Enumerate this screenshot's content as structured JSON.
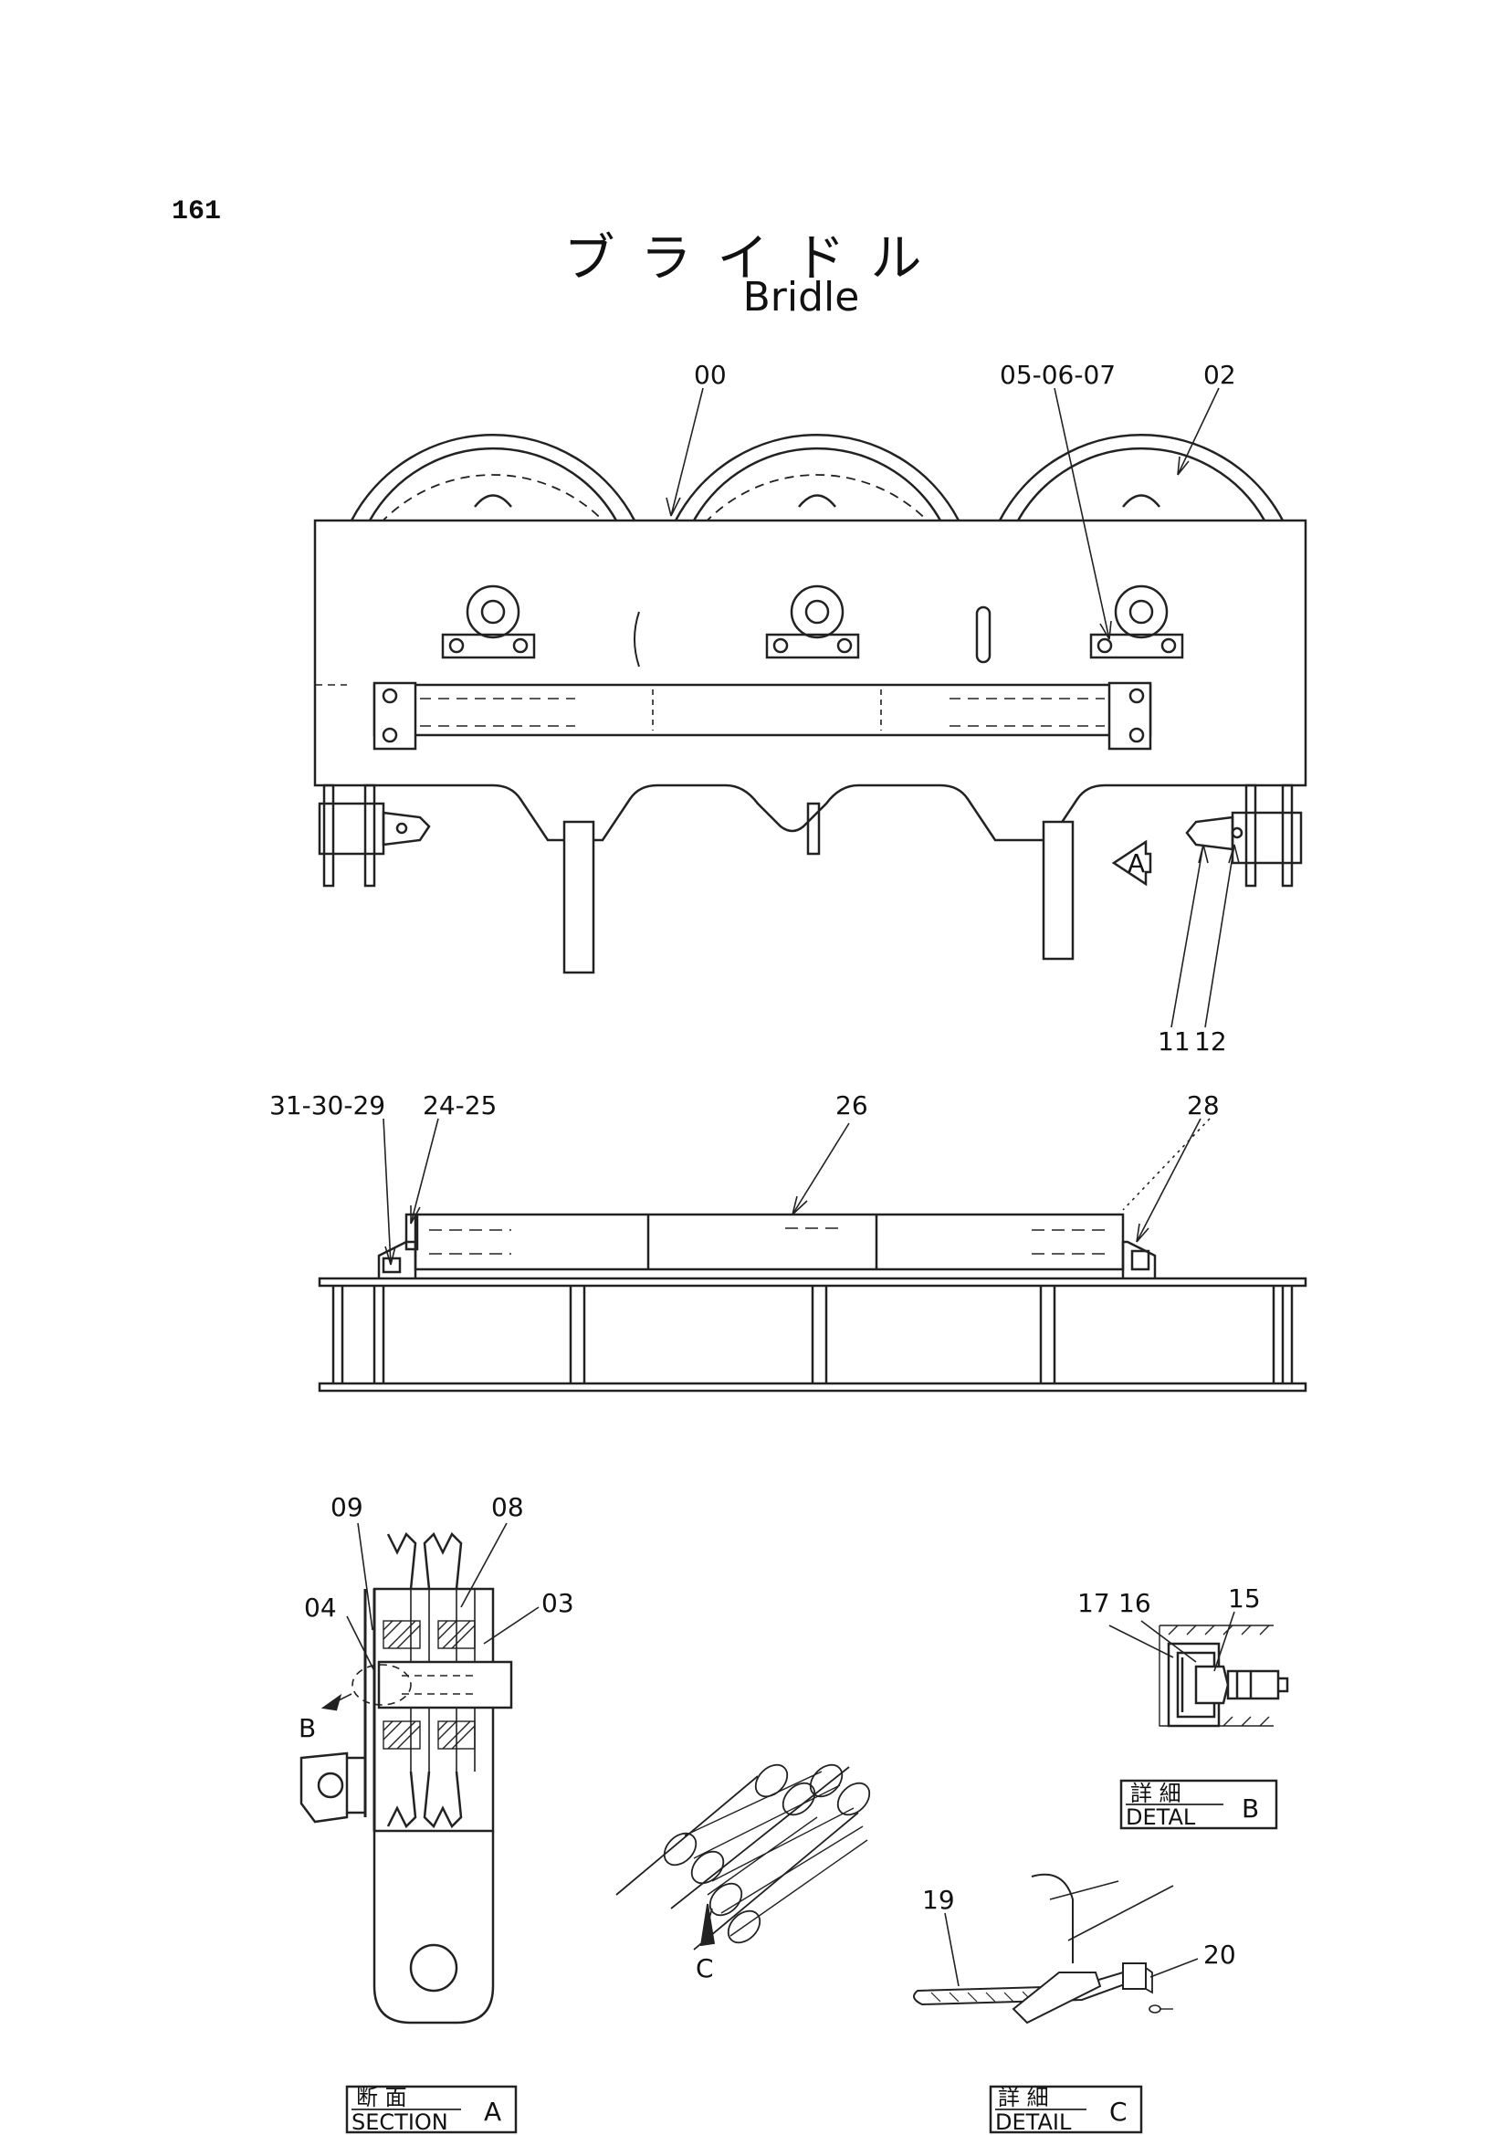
{
  "page_number": "161",
  "title_jp": "ブライドル",
  "title_en": "Bridle",
  "callouts": {
    "c00": "00",
    "c050607": "05-06-07",
    "c02": "02",
    "c11": "11",
    "c12": "12",
    "c313029": "31-30-29",
    "c2425": "24-25",
    "c26": "26",
    "c28": "28",
    "c09": "09",
    "c08": "08",
    "c04": "04",
    "c03": "03",
    "c17": "17",
    "c16": "16",
    "c15": "15",
    "c19": "19",
    "c20": "20",
    "view_a": "A",
    "mark_b": "B",
    "mark_c": "C"
  },
  "section_a": {
    "jp": "断 面",
    "en": "SECTION",
    "letter": "A"
  },
  "detail_b": {
    "jp": "詳 細",
    "en": "DETAL",
    "letter": "B"
  },
  "detail_c": {
    "jp": "詳 細",
    "en": "DETAIL",
    "letter": "C"
  }
}
